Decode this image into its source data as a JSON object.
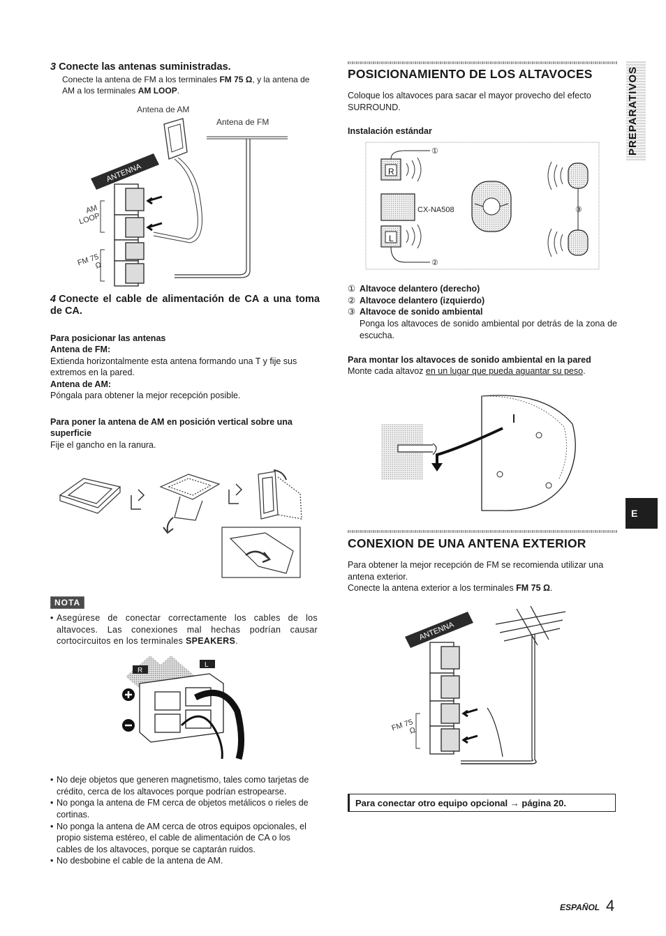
{
  "left": {
    "step3": {
      "number": "3",
      "title": "Conecte las antenas suministradas.",
      "text_a": "Conecte la antena de FM a los terminales ",
      "text_b": "FM 75 Ω",
      "text_c": ", y la antena de AM a los terminales ",
      "text_d": "AM LOOP",
      "text_e": "."
    },
    "fig1": {
      "am_label": "Antena de AM",
      "fm_label": "Antena de FM",
      "antenna_tag": "ANTENNA",
      "am_loop": "AM LOOP",
      "fm_75": "FM 75 Ω"
    },
    "step4": {
      "number": "4",
      "title": "Conecte el cable de alimentación de CA a una toma de CA."
    },
    "position": {
      "heading": "Para posicionar las antenas",
      "fm_heading": "Antena de FM:",
      "fm_text": "Extienda horizontalmente esta antena formando una T y fije sus extremos en la pared.",
      "am_heading": "Antena de AM:",
      "am_text": "Póngala para obtener la mejor recepción posible."
    },
    "vertical": {
      "heading": "Para poner la antena de AM en posición vertical sobre una superficie",
      "text": "Fije el gancho en la ranura."
    },
    "nota": {
      "label": "NOTA",
      "text_a": "Asegúrese de conectar correctamente los cables de los altavoces. Las conexiones mal hechas podrían causar cortocircuitos en los terminales ",
      "text_b": "SPEAKERS",
      "text_c": "."
    },
    "fig3": {
      "r_tag": "R",
      "l_tag": "L"
    },
    "bullets": [
      "No deje objetos que generen magnetismo, tales como tarjetas de crédito, cerca de los altavoces porque podrían estropearse.",
      "No ponga la antena de FM cerca de objetos metálicos o rieles de cortinas.",
      "No ponga la antena de AM cerca de otros equipos opcionales, el propio sistema estéreo, el cable de alimentación de CA o los cables de los altavoces, porque se captarán ruidos.",
      "No desbobine el cable de la antena de AM."
    ]
  },
  "right": {
    "speakers": {
      "title": "POSICIONAMIENTO DE LOS ALTAVOCES",
      "intro": "Coloque los altavoces para sacar el mayor provecho del efecto SURROUND.",
      "std_heading": "Instalación estándar",
      "fig_model": "CX-NA508",
      "fig_r": "R",
      "fig_l": "L",
      "marker1": "①",
      "marker2": "②",
      "marker3": "③",
      "items": [
        {
          "mark": "①",
          "label": "Altavoce delantero (derecho)"
        },
        {
          "mark": "②",
          "label": "Altavoce delantero (izquierdo)"
        },
        {
          "mark": "③",
          "label": "Altavoce de sonido ambiental"
        }
      ],
      "item3_note": "Ponga los altavoces de sonido ambiental por detrás de la zona de escucha.",
      "wall_heading": "Para montar los altavoces de sonido ambiental en la pared",
      "wall_text_a": "Monte cada altavoz ",
      "wall_text_b": "en un lugar que pueda aguantar su peso",
      "wall_text_c": "."
    },
    "exterior": {
      "title": "CONEXION DE UNA ANTENA EXTERIOR",
      "text1": "Para obtener la mejor recepción de FM se recomienda utilizar una antena exterior.",
      "text2_a": "Conecte la antena exterior a los terminales ",
      "text2_b": "FM 75 Ω",
      "text2_c": ".",
      "antenna_tag": "ANTENNA",
      "fm_75": "FM 75 Ω"
    },
    "link_box": "Para conectar otro equipo opcional → página 20."
  },
  "side_tab": "PREPARATIVOS",
  "e_tab": "E",
  "footer": {
    "label": "ESPAÑOL",
    "page": "4"
  }
}
